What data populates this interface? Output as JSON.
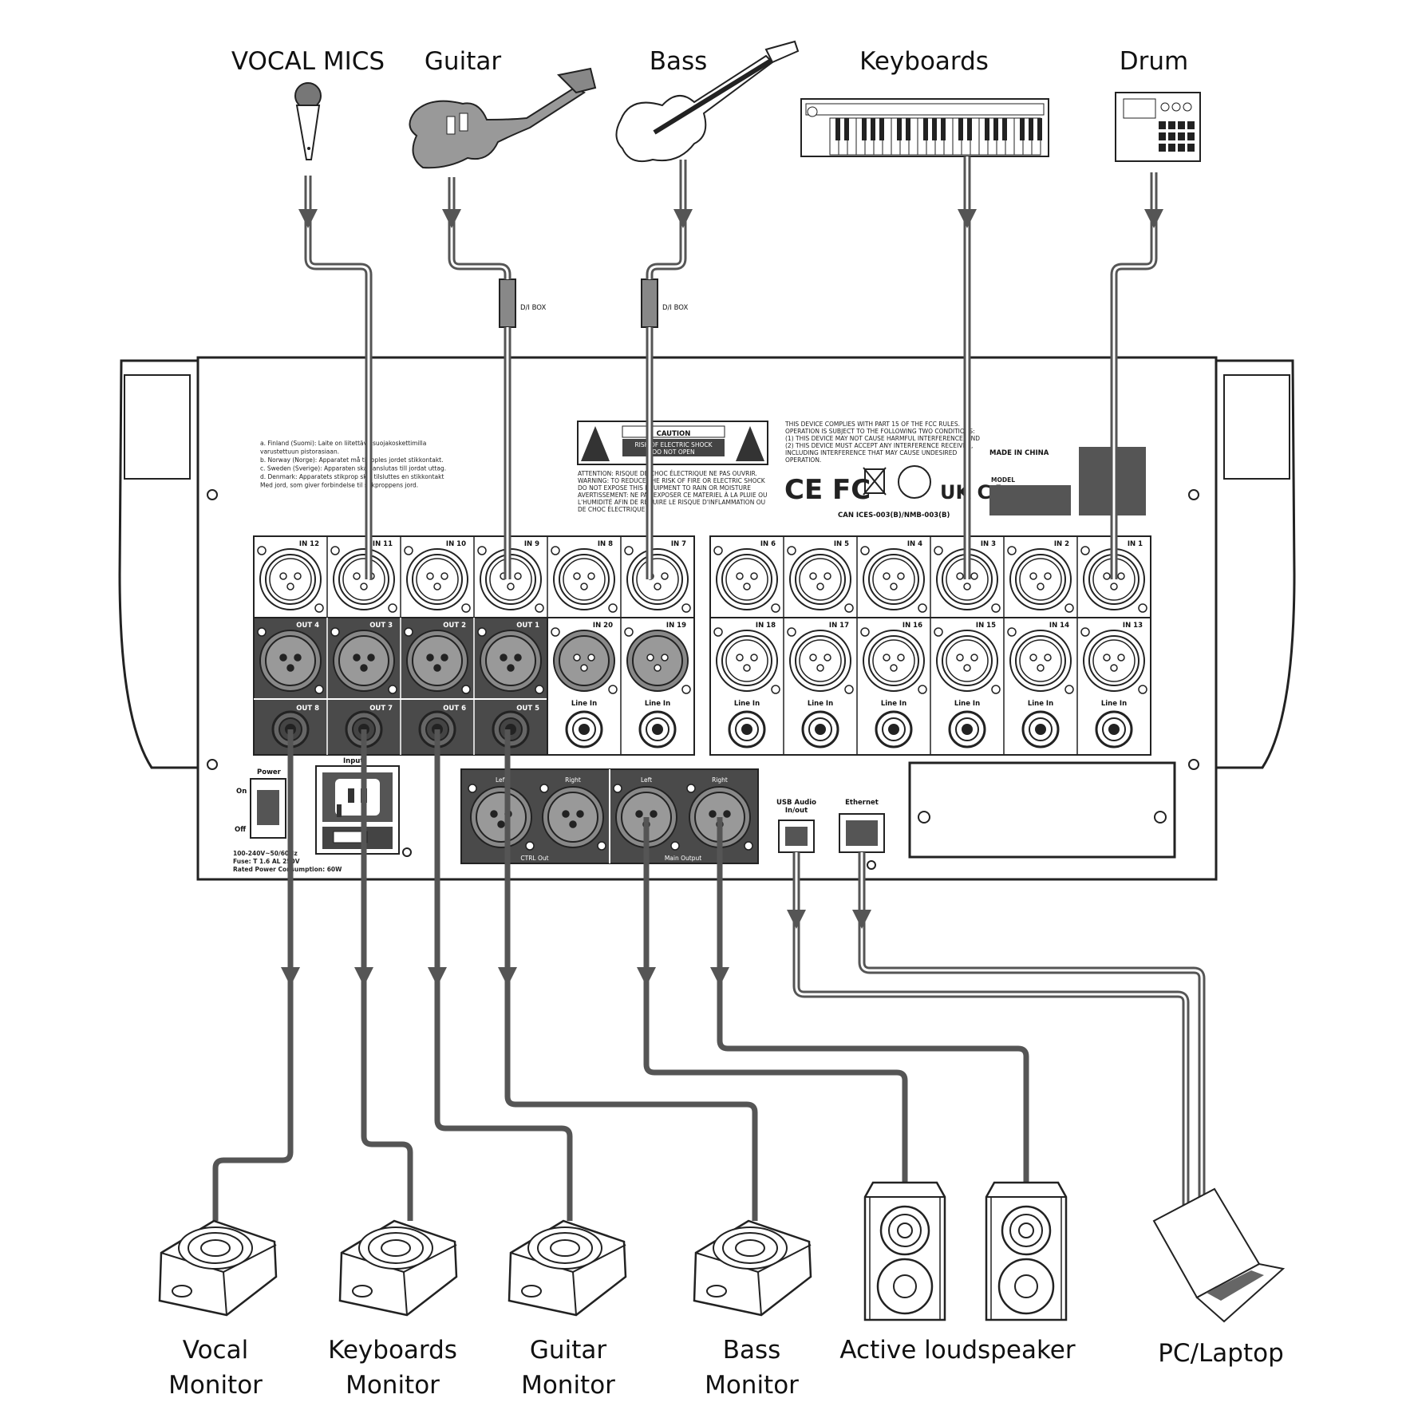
{
  "sources": {
    "vocal_mics": "VOCAL MICS",
    "guitar": "Guitar",
    "bass": "Bass",
    "keyboards": "Keyboards",
    "drum": "Drum"
  },
  "di_box": {
    "guitar": "D/I BOX",
    "bass": "D/I BOX"
  },
  "mixer": {
    "caution": {
      "title": "CAUTION",
      "line1": "RISK OF ELECTRIC SHOCK",
      "line2": "DO NOT OPEN"
    },
    "attention_text": [
      "ATTENTION: RISQUE DE CHOC ÉLECTRIQUE NE PAS OUVRIR.",
      "WARNING: TO REDUCE THE RISK OF FIRE OR ELECTRIC SHOCK",
      "DO NOT EXPOSE THIS EQUIPMENT TO RAIN OR MOISTURE",
      "AVERTISSEMENT: NE PAS EXPOSER CE MATERIEL À LA PLUIE OU",
      "L'HUMIDITÉ AFIN DE RÉDUIRE LE RISQUE D'INFLAMMATION OU",
      "DE CHOC ÉLECTRIQUE"
    ],
    "fcc_text": [
      "THIS DEVICE COMPLIES WITH PART 15 OF THE FCC RULES.",
      "OPERATION IS SUBJECT TO THE FOLLOWING TWO CONDITIONS:",
      "(1) THIS DEVICE MAY NOT CAUSE HARMFUL INTERFERENCE, AND",
      "(2) THIS DEVICE MUST ACCEPT ANY INTERFERENCE RECEIVED,",
      "INCLUDING INTERFERENCE THAT MAY CAUSE UNDESIRED",
      "OPERATION."
    ],
    "cert_marks": "CE FC",
    "ukca": "UK CA",
    "ices": "CAN ICES-003(B)/NMB-003(B)",
    "made_in": "MADE IN CHINA",
    "model_label": "MODEL",
    "nordic_text": [
      "a.   Finland (Suomi): Laite on liitettävä suojakoskettimilla",
      "      varustettuun pistorasiaan.",
      "b.   Norway (Norge): Apparatet må tilkoples jordet stikkontakt.",
      "c.   Sweden (Sverige): Apparaten skall anslutas till jordat uttag.",
      "d.   Denmark: Apparatets stikprop skal tilsluttes en stikkontakt",
      "      Med jord, som giver forbindelse til stikproppens jord."
    ],
    "inputs_top_left": [
      "IN 12",
      "IN 11",
      "IN 10",
      "IN 9",
      "IN 8",
      "IN 7"
    ],
    "inputs_top_right": [
      "IN 6",
      "IN 5",
      "IN 4",
      "IN 3",
      "IN 2",
      "IN 1"
    ],
    "outputs_xlr": [
      "OUT 4",
      "OUT 3",
      "OUT 2",
      "OUT 1"
    ],
    "outputs_jack": [
      "OUT 8",
      "OUT 7",
      "OUT 6",
      "OUT 5"
    ],
    "inputs_combo_left": [
      "IN 20",
      "IN 19"
    ],
    "inputs_combo_right": [
      "IN 18",
      "IN 17",
      "IN 16",
      "IN 15",
      "IN 14",
      "IN 13"
    ],
    "line_in": "Line In",
    "power": {
      "label": "Power",
      "on": "On",
      "off": "Off"
    },
    "input_label": "Input",
    "power_specs": [
      "100-240V~50/60Hz",
      "Fuse: T 1.6 AL 250V",
      "Rated Power Consumption: 60W"
    ],
    "ctrl_out": {
      "left": "Left",
      "right": "Right",
      "label": "CTRL Out"
    },
    "main_output": {
      "left": "Left",
      "right": "Right",
      "label": "Main Output"
    },
    "usb_label": [
      "USB Audio",
      "In/out"
    ],
    "ethernet_label": "Ethernet"
  },
  "destinations": {
    "vocal_monitor": [
      "Vocal",
      "Monitor"
    ],
    "keyboards_monitor": [
      "Keyboards",
      "Monitor"
    ],
    "guitar_monitor": [
      "Guitar",
      "Monitor"
    ],
    "bass_monitor": [
      "Bass",
      "Monitor"
    ],
    "active_loudspeaker": "Active loudspeaker",
    "pc_laptop": "PC/Laptop"
  },
  "colors": {
    "cable": "#555555",
    "panel": "#4a4a4a",
    "outline": "#222222"
  }
}
